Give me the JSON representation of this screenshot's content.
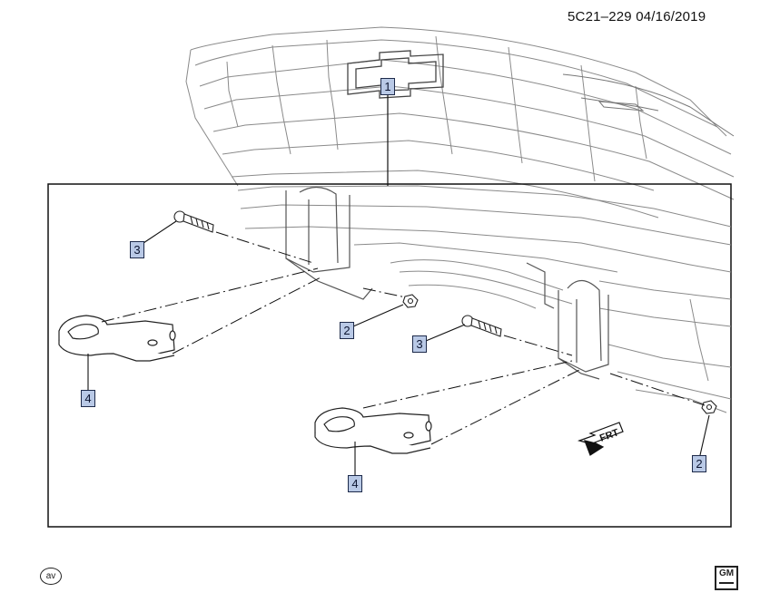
{
  "header": {
    "code": "5C21–229  04/16/2019"
  },
  "callouts": {
    "c1": "1",
    "c2a": "2",
    "c2b": "2",
    "c3a": "3",
    "c3b": "3",
    "c4a": "4",
    "c4b": "4"
  },
  "direction": {
    "label": "FRT"
  },
  "footer": {
    "logo_text": "GM"
  },
  "colors": {
    "callout_fill": "#b9c9e6",
    "line": "#1a1a1a"
  }
}
